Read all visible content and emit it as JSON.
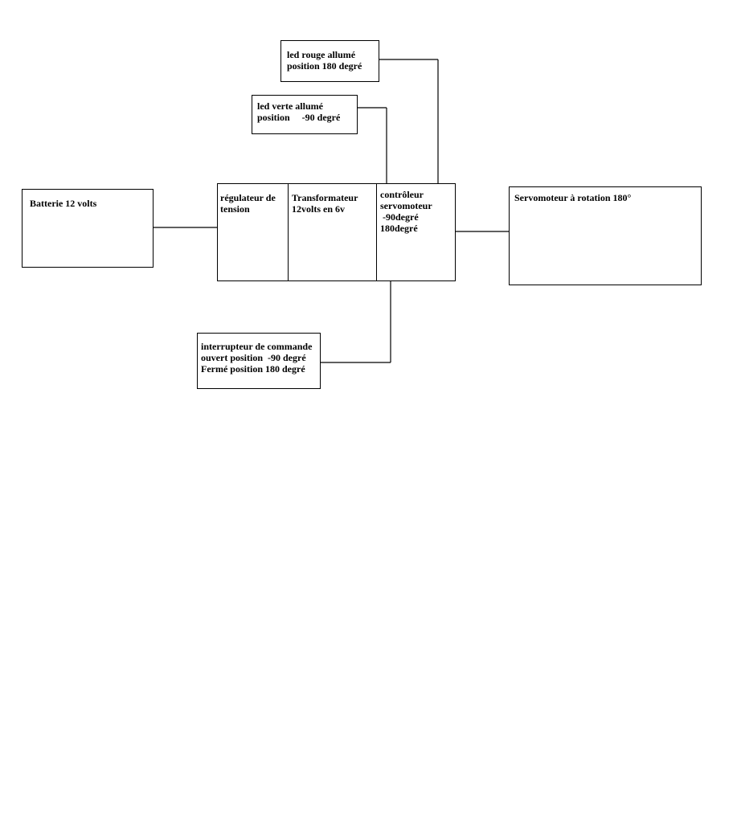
{
  "diagram": {
    "battery": {
      "label": "Batterie 12 volts"
    },
    "regulator": {
      "label": "régulateur de\ntension"
    },
    "transformer": {
      "label": "Transformateur\n12volts en 6v"
    },
    "controller": {
      "label": "contrôleur\nservomoteur\n -90degré\n180degré"
    },
    "servo": {
      "label": "Servomoteur à rotation 180°"
    },
    "red_led": {
      "label": "led rouge allumé\nposition 180 degré"
    },
    "green_led": {
      "label": "led verte allumé\nposition     -90 degré"
    },
    "switch": {
      "label": "interrupteur de commande\nouvert position  -90 degré\nFermé position 180 degré"
    }
  }
}
